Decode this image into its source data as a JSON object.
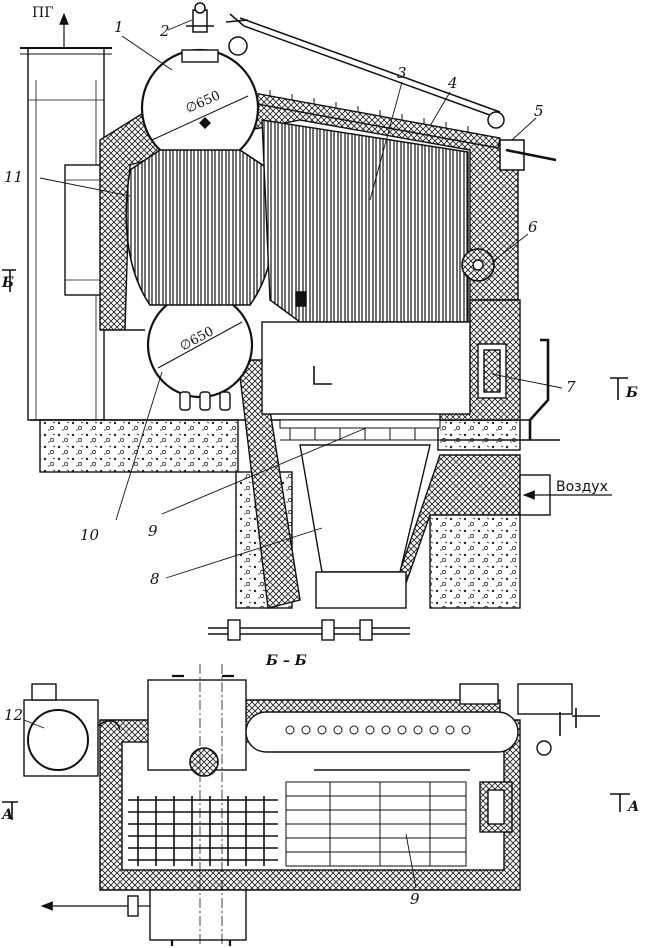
{
  "labels": {
    "n1": "1",
    "n2": "2",
    "n3": "3",
    "n4": "4",
    "n5": "5",
    "n6": "6",
    "n7": "7",
    "n8": "8",
    "n9": "9",
    "n10": "10",
    "n11": "11",
    "n9_bottom": "9",
    "n12": "12",
    "pg": "ПГ",
    "air": "Воздух",
    "section_bb": "Б – Б",
    "cut_b_left": "Б",
    "cut_b_right": "Б",
    "cut_a_left": "А",
    "cut_a_right": "А",
    "dia_upper": "∅650",
    "dia_lower": "∅650",
    "letter_l": "L"
  },
  "colors": {
    "ink": "#111111",
    "paper": "#ffffff",
    "hatch": "#333333"
  }
}
